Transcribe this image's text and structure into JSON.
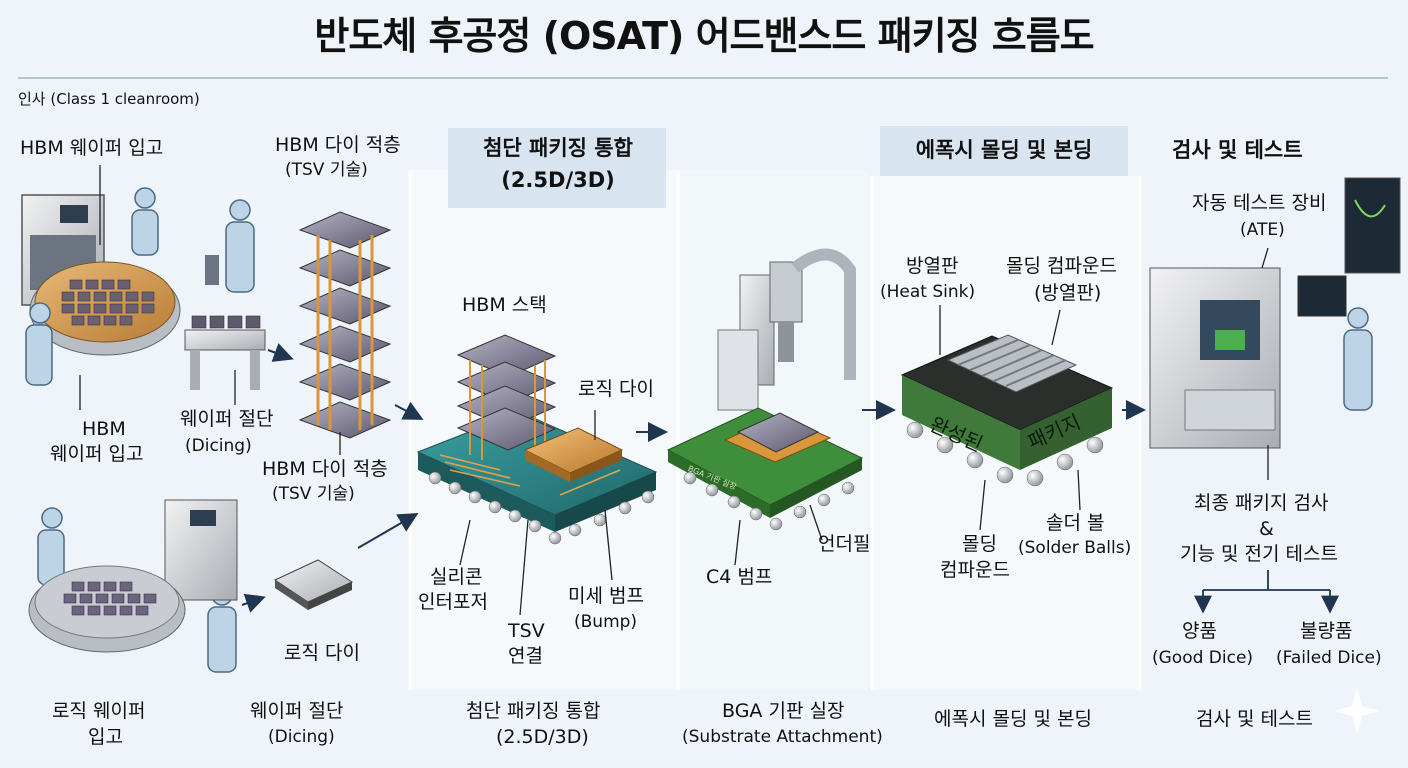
{
  "title": "반도체 후공정 (OSAT) 어드밴스드 패키징 흐름도",
  "subtitle": "인사 (Class 1 cleanroom)",
  "hbm_wafer": {
    "top_label": "HBM 웨이퍼 입고",
    "bottom_label_l1": "HBM",
    "bottom_label_l2": "웨이퍼 입고"
  },
  "wafer_dicing_top": {
    "label_l1": "웨이퍼 절단",
    "label_l2": "(Dicing)"
  },
  "hbm_stack": {
    "top_l1": "HBM 다이 적층",
    "top_l2": "(TSV 기술)",
    "bottom_l1": "HBM 다이 적층",
    "bottom_l2": "(TSV 기술)"
  },
  "logic_wafer": {
    "label_l1": "로직 웨이퍼",
    "label_l2": "입고"
  },
  "wafer_dicing_bottom": {
    "label_l1": "웨이퍼 절단",
    "label_l2": "(Dicing)"
  },
  "logic_die_single": {
    "label": "로직 다이"
  },
  "integration": {
    "header_l1": "첨단 패키징 통합",
    "header_l2": "(2.5D/3D)",
    "hbm_stack": "HBM 스택",
    "logic_die": "로직 다이",
    "interposer_l1": "실리콘",
    "interposer_l2": "인터포저",
    "tsv_l1": "TSV",
    "tsv_l2": "연결",
    "bump_l1": "미세 범프",
    "bump_l2": "(Bump)",
    "footer_l1": "첨단 패키징 통합",
    "footer_l2": "(2.5D/3D)"
  },
  "bga": {
    "c4": "C4 범프",
    "underfill": "언더필",
    "substrate_text": "BGA 기판 실장",
    "footer_l1": "BGA 기판 실장",
    "footer_l2": "(Substrate Attachment)"
  },
  "molding": {
    "header": "에폭시 몰딩 및 본딩",
    "heatsink_l1": "방열판",
    "heatsink_l2": "(Heat Sink)",
    "compound_l1": "몰딩 컴파운드",
    "compound_l2": "(방열판)",
    "package_word1": "완성된",
    "package_word2": "패키지",
    "compound_bottom_l1": "몰딩",
    "compound_bottom_l2": "컴파운드",
    "solder_l1": "솔더 볼",
    "solder_l2": "(Solder Balls)",
    "footer": "에폭시 몰딩 및 본딩"
  },
  "test": {
    "header": "검사 및 테스트",
    "ate_l1": "자동 테스트 장비",
    "ate_l2": "(ATE)",
    "final_l1": "최종 패키지 검사",
    "final_l2": "&",
    "final_l3": "기능 및 전기 테스트",
    "good_l1": "양품",
    "good_l2": "(Good Dice)",
    "bad_l1": "불량품",
    "bad_l2": "(Failed Dice)",
    "footer": "검사 및 테스트"
  },
  "colors": {
    "background": "#eef4f9",
    "interposer": "#2f8a8c",
    "substrate": "#3f8e3b",
    "gold": "#d9963a",
    "mold": "#2a2f2c",
    "cleanroom_suit": "#bcd4e6"
  }
}
